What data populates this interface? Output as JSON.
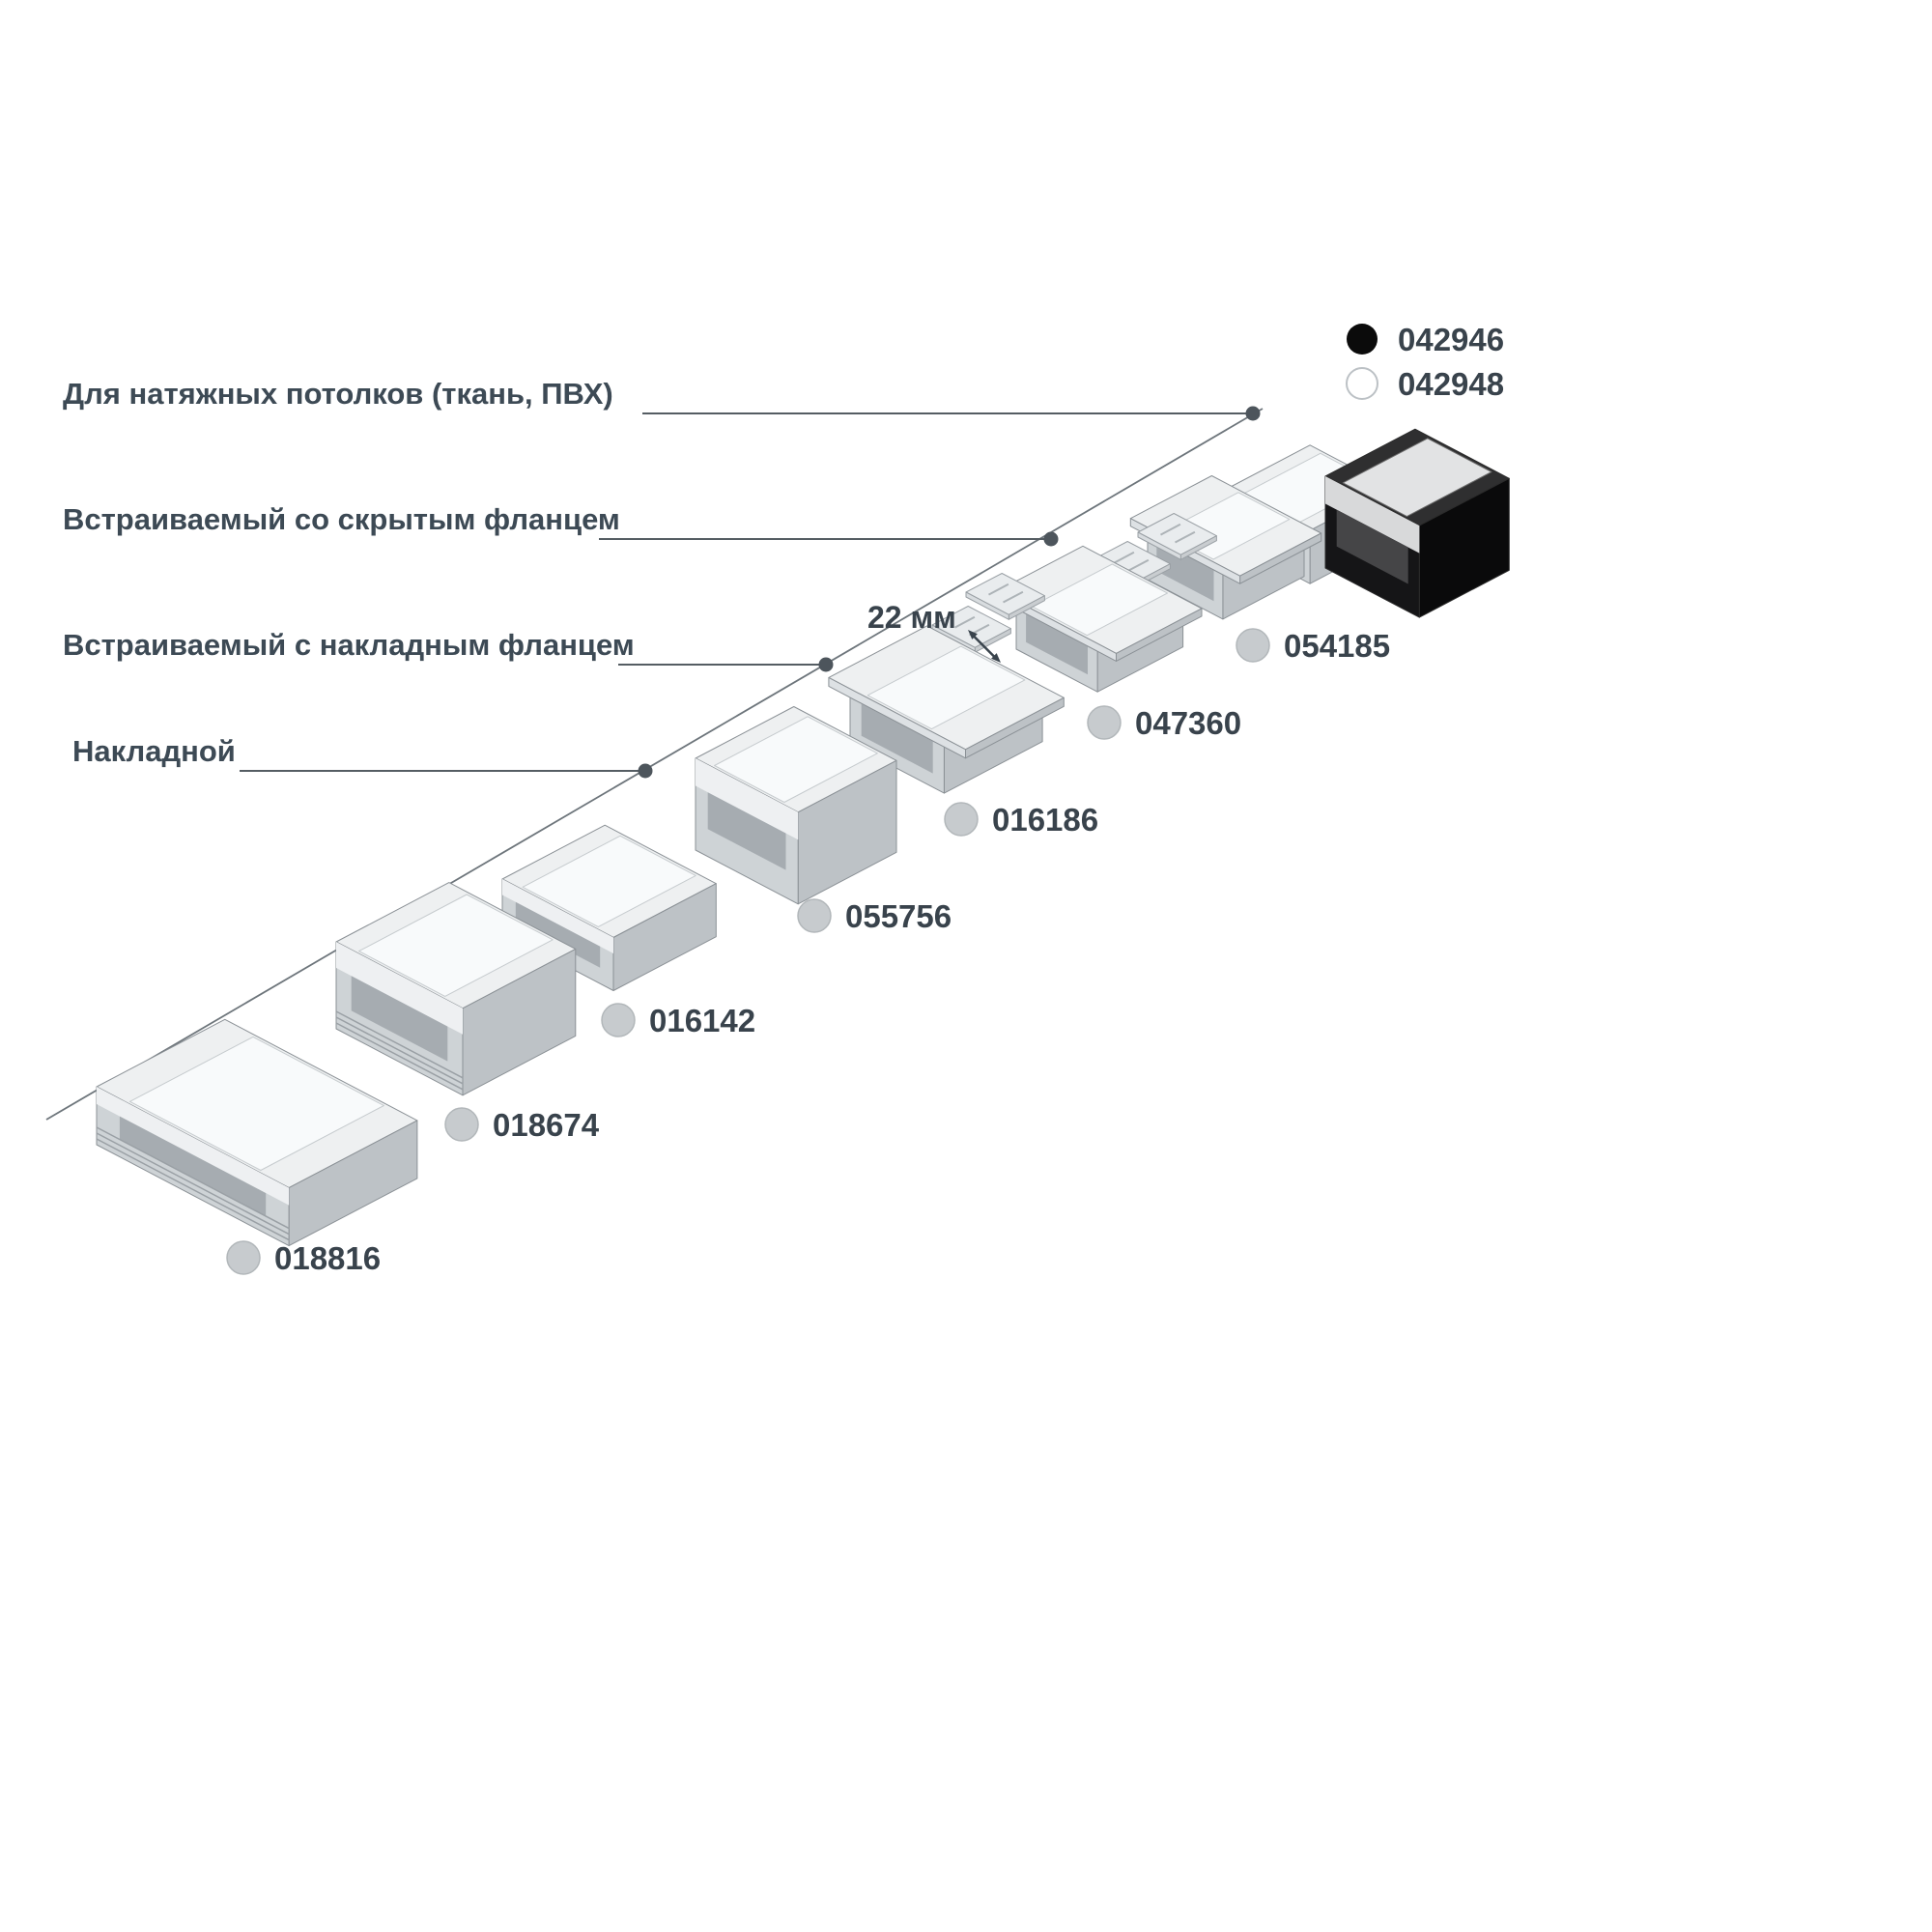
{
  "page": {
    "background": "#ffffff"
  },
  "categories": [
    {
      "label": "Для натяжных потолков (ткань, ПВХ)"
    },
    {
      "label": "Встраиваемый со скрытым фланцем"
    },
    {
      "label": "Встраиваемый с накладным фланцем"
    },
    {
      "label": "Накладной"
    }
  ],
  "legend": {
    "items": [
      {
        "code": "042946",
        "swatch_color": "#0b0b0b"
      },
      {
        "code": "042948",
        "swatch_color": "#ffffff"
      }
    ]
  },
  "products": [
    {
      "code": "018816"
    },
    {
      "code": "018674"
    },
    {
      "code": "016142"
    },
    {
      "code": "055756"
    },
    {
      "code": "016186"
    },
    {
      "code": "047360"
    },
    {
      "code": "054185"
    }
  ],
  "dimension": {
    "label": "22 мм"
  },
  "colors": {
    "label_text": "#3d4a55",
    "code_text": "#39434c",
    "line": "#6d757b",
    "marker_gray": "#c7cbce",
    "profile_silver": "#ced3d6",
    "profile_black": "#151517"
  }
}
